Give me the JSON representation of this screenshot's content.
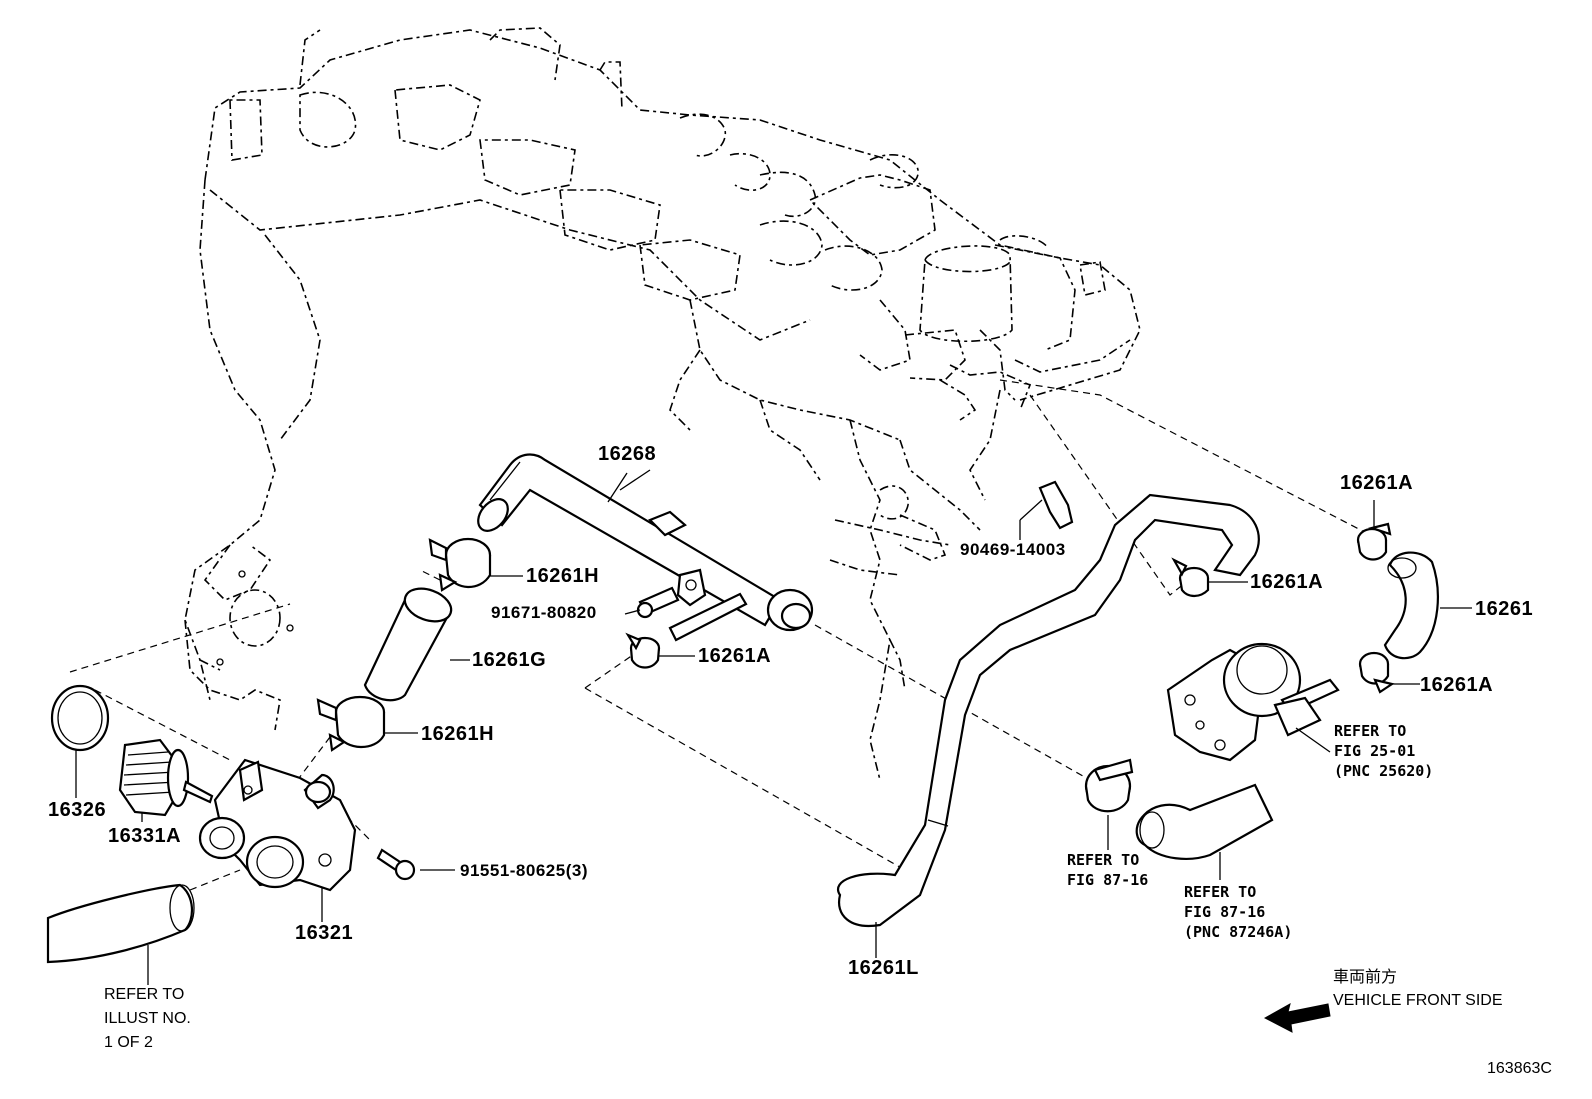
{
  "parts": {
    "p16268": "16268",
    "p16261H_top": "16261H",
    "p91671": "91671-80820",
    "p16261G": "16261G",
    "p16261A_mid": "16261A",
    "p16261H_bot": "16261H",
    "p16326": "16326",
    "p16331A": "16331A",
    "p91551": "91551-80625(3)",
    "p16321": "16321",
    "p90469": "90469-14003",
    "p16261A_right": "16261A",
    "p16261A_top": "16261A",
    "p16261": "16261",
    "p16261A_lower": "16261A",
    "p16261L": "16261L"
  },
  "notes": {
    "fig2501": {
      "line1": "REFER TO",
      "line2": "FIG 25-01",
      "line3": "(PNC 25620)"
    },
    "fig8716a": {
      "line1": "REFER TO",
      "line2": "FIG 87-16"
    },
    "fig8716b": {
      "line1": "REFER TO",
      "line2": "FIG 87-16",
      "line3": "(PNC 87246A)"
    },
    "illust": {
      "line1": "REFER TO",
      "line2": "ILLUST NO.",
      "line3": "1 OF 2"
    }
  },
  "direction": {
    "jp": "車両前方",
    "en": "VEHICLE FRONT SIDE"
  },
  "diagram_id": "163863C",
  "icons": [
    "front-arrow-icon"
  ]
}
